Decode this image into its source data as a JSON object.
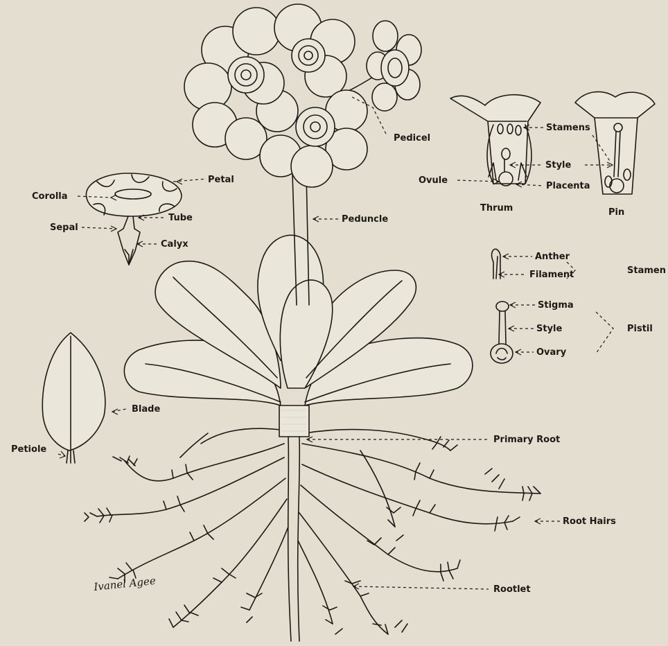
{
  "diagram": {
    "signature": "Ivanel Agee",
    "labels": {
      "pedicel": "Pedicel",
      "petal": "Petal",
      "corolla": "Corolla",
      "tube": "Tube",
      "sepal": "Sepal",
      "calyx": "Calyx",
      "peduncle": "Peduncle",
      "stamens": "Stamens",
      "style_top": "Style",
      "ovule": "Ovule",
      "placenta": "Placenta",
      "thrum": "Thrum",
      "pin": "Pin",
      "anther": "Anther",
      "filament": "Filament",
      "stamen": "Stamen",
      "stigma": "Stigma",
      "style_pistil": "Style",
      "ovary": "Ovary",
      "pistil": "Pistil",
      "blade": "Blade",
      "petiole": "Petiole",
      "primary_root": "Primary Root",
      "root_hairs": "Root Hairs",
      "rootlet": "Rootlet"
    }
  }
}
